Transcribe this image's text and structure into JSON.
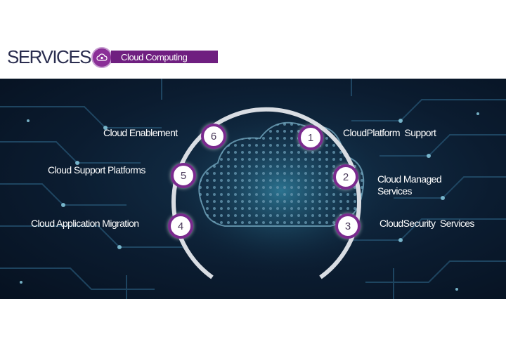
{
  "header": {
    "title": "SERVICES",
    "banner_label": "Cloud Computing",
    "accent_color": "#7a2a8e",
    "icon": "cloud-badge-icon"
  },
  "services": [
    {
      "number": "1",
      "label": "CloudPlatform  Support"
    },
    {
      "number": "2",
      "label": "Cloud Managed Services"
    },
    {
      "number": "3",
      "label": "CloudSecurity  Services"
    },
    {
      "number": "4",
      "label": "Cloud Application Migration"
    },
    {
      "number": "5",
      "label": "Cloud Support Platforms"
    },
    {
      "number": "6",
      "label": "Cloud Enablement"
    }
  ]
}
